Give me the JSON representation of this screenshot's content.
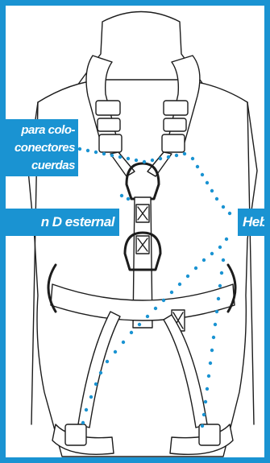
{
  "labels": {
    "connectors_line1": "para colo-",
    "connectors_line2": "conectores",
    "connectors_line3": "cuerdas",
    "sternal": "n D esternal",
    "buckle": "Hebi"
  },
  "colors": {
    "accent": "#1a93d2",
    "dots": "#1a93d2",
    "outline": "#1c1c1c",
    "mannequin": "#ffffff"
  },
  "icons": {
    "illustration": "harness-on-mannequin-icon"
  }
}
